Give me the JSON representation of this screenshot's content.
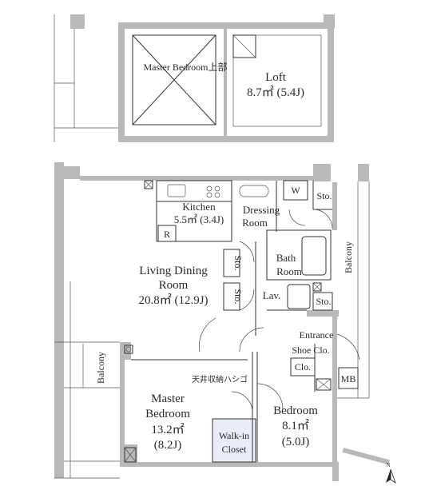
{
  "loft": {
    "master_upper_label": "Master Bedroom上部",
    "loft_name": "Loft",
    "loft_area": "8.7㎡ (5.4J)"
  },
  "rooms": {
    "kitchen_name": "Kitchen",
    "kitchen_area": "5.5㎡ (3.4J)",
    "refrigerator": "R",
    "dressing_1": "Dressing",
    "dressing_2": "Room",
    "washer": "W",
    "sto": "Sto.",
    "bath_1": "Bath",
    "bath_2": "Room",
    "lav": "Lav.",
    "ldr_1": "Living Dining",
    "ldr_2": "Room",
    "ldr_area": "20.8㎡ (12.9J)",
    "entrance": "Entrance",
    "shoe_closet": "Shoe Clo.",
    "closet": "Clo.",
    "mb": "MB",
    "ceiling_hatch": "天井収納ハシゴ",
    "master_1": "Master",
    "master_2": "Bedroom",
    "master_area": "13.2㎡",
    "master_j": "(8.2J)",
    "walkin_1": "Walk-in",
    "walkin_2": "Closet",
    "bedroom_name": "Bedroom",
    "bedroom_area": "8.1㎡",
    "bedroom_j": "(5.0J)",
    "balcony": "Balcony",
    "north": "N"
  }
}
